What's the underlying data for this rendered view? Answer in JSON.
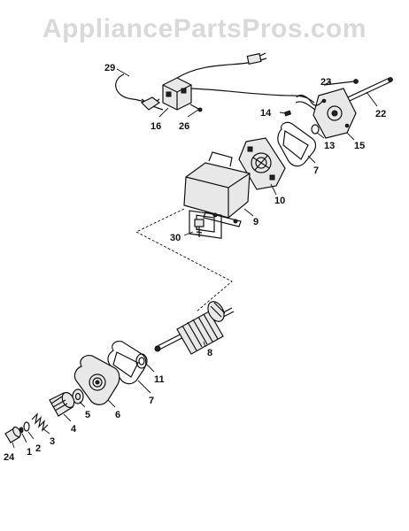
{
  "watermark": "AppliancePartsPros.com",
  "callouts": {
    "c29": "29",
    "c16": "16",
    "c26": "26",
    "c23": "23",
    "c14": "14",
    "c22": "22",
    "c13": "13",
    "c15": "15",
    "c7a": "7",
    "c10": "10",
    "c9": "9",
    "c30": "30",
    "c8": "8",
    "c11": "11",
    "c7b": "7",
    "c6": "6",
    "c5": "5",
    "c4": "4",
    "c3": "3",
    "c2": "2",
    "c1": "1",
    "c24": "24"
  }
}
